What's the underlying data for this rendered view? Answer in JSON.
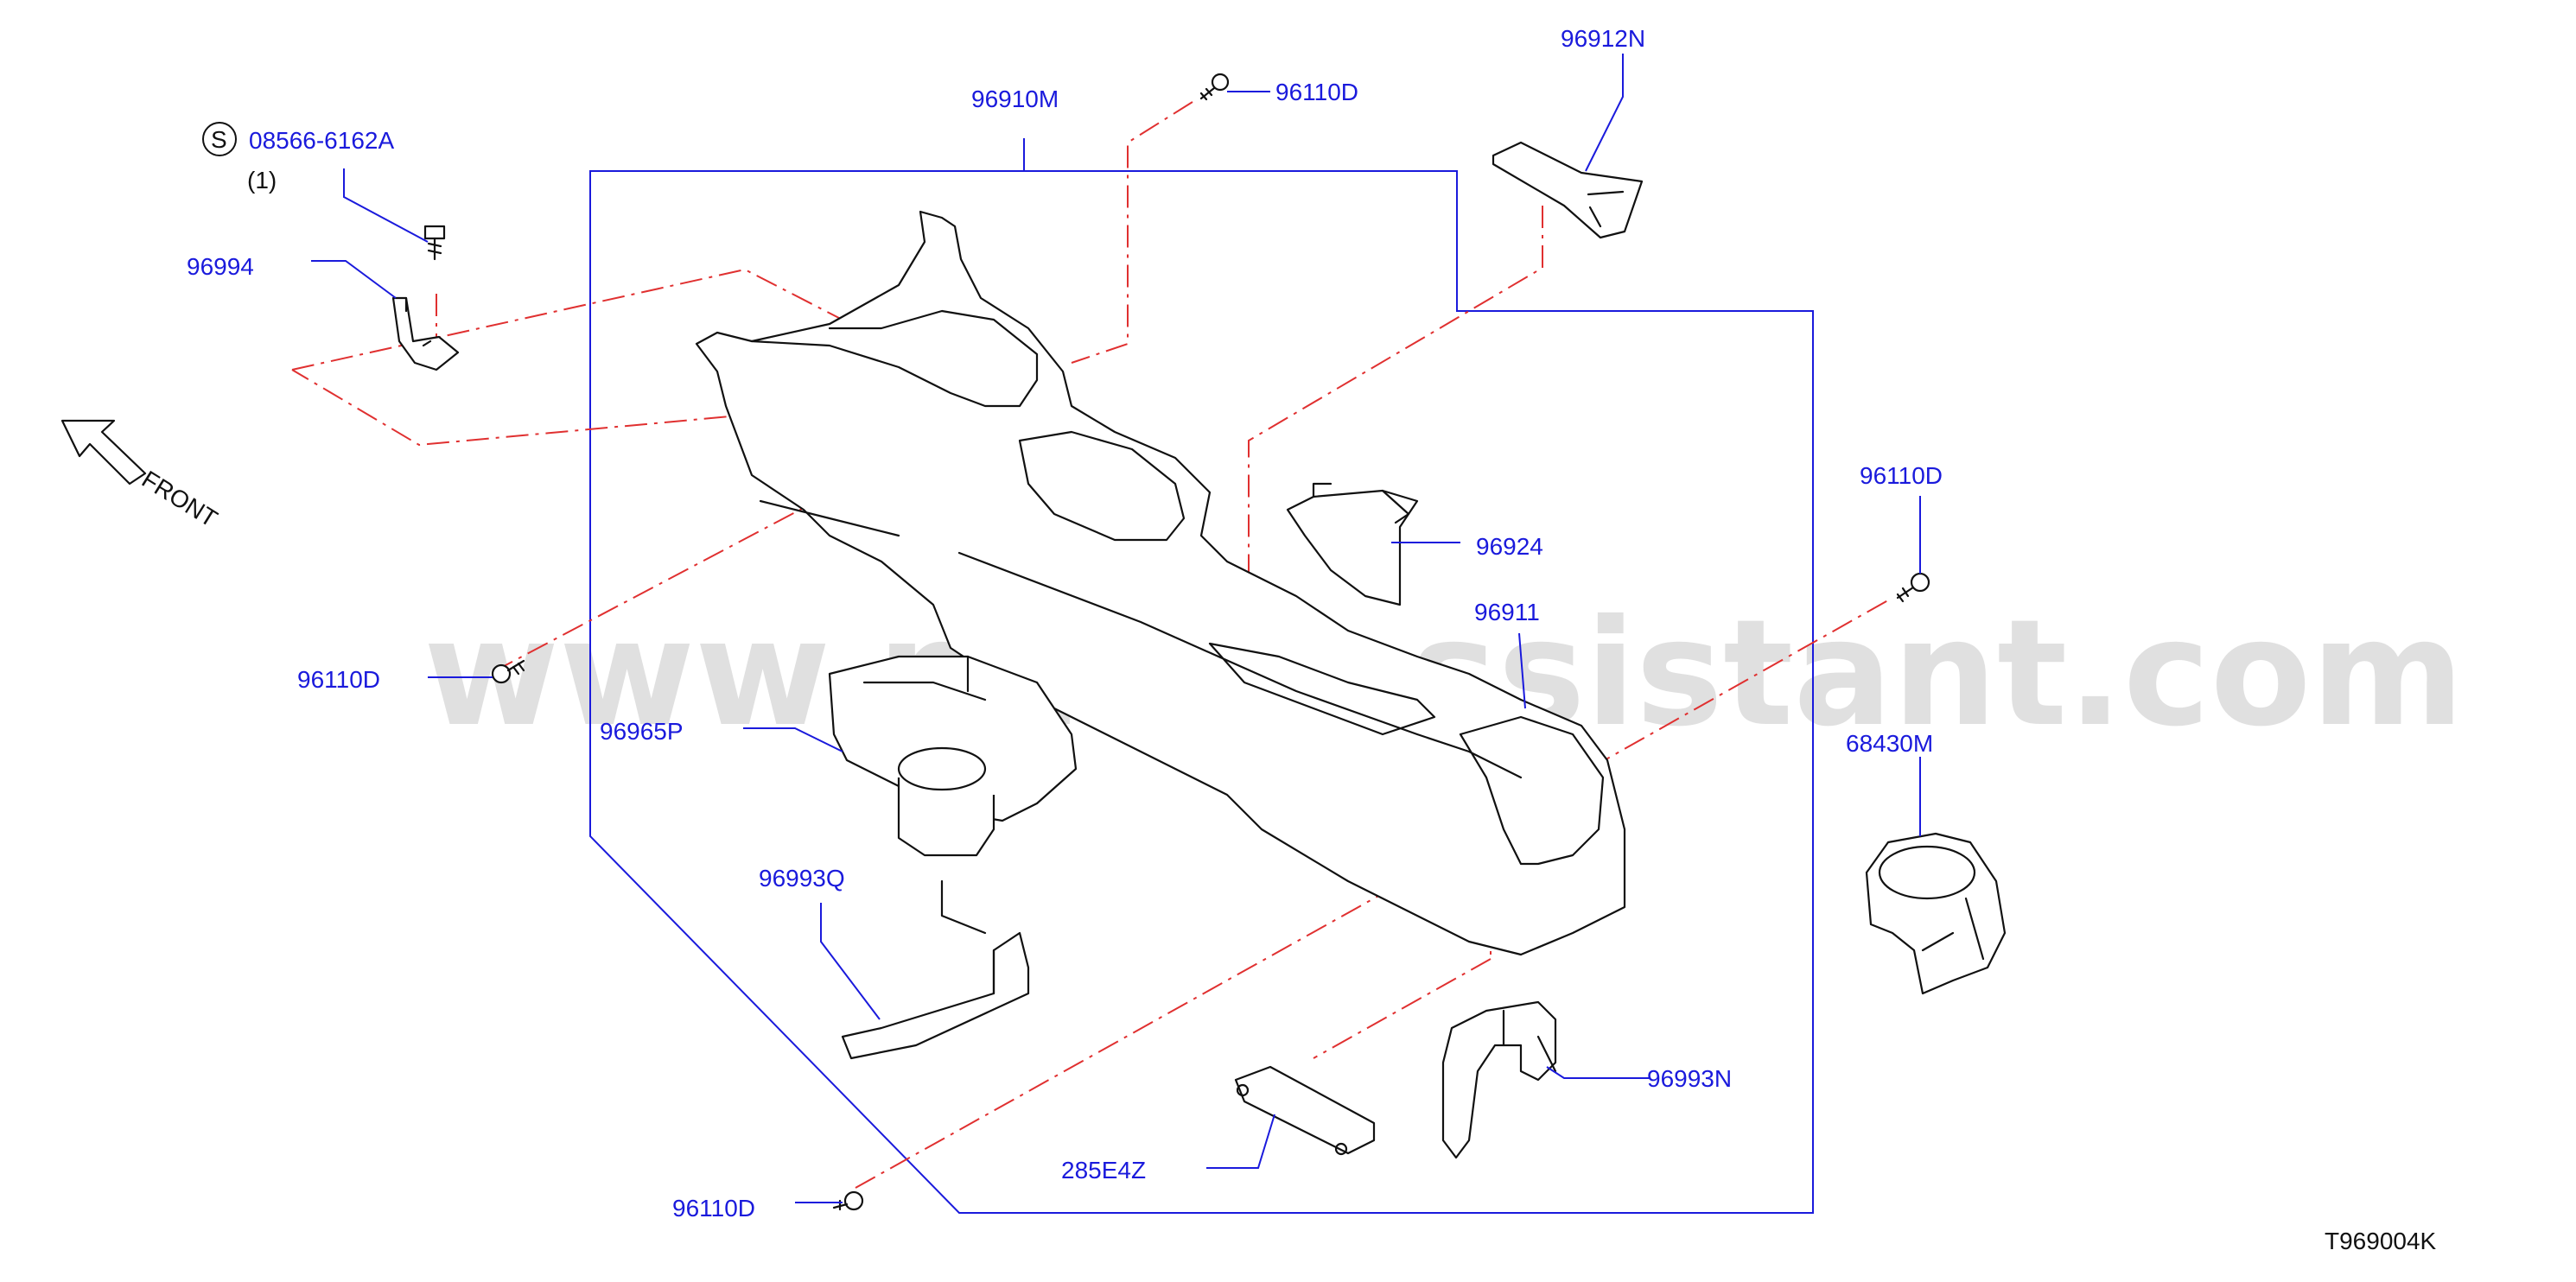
{
  "diagram": {
    "watermark": "www.partsassistant.com",
    "diagram_code": "T969004K",
    "front_label": "FRONT",
    "service_marker": "S",
    "labels": {
      "p08566": "08566-6162A",
      "qty": "(1)",
      "p96994": "96994",
      "p96910M": "96910M",
      "p96110D_top": "96110D",
      "p96912N": "96912N",
      "p96110D_right": "96110D",
      "p96924": "96924",
      "p96911": "96911",
      "p96110D_left": "96110D",
      "p96965P": "96965P",
      "p68430M": "68430M",
      "p96993Q": "96993Q",
      "p96993N": "96993N",
      "p285E4Z": "285E4Z",
      "p96110D_bottom": "96110D"
    },
    "colors": {
      "label": "#1a1adc",
      "leader": "#1a1adc",
      "phantom_line": "#e03030",
      "part_outline": "#111111"
    }
  }
}
